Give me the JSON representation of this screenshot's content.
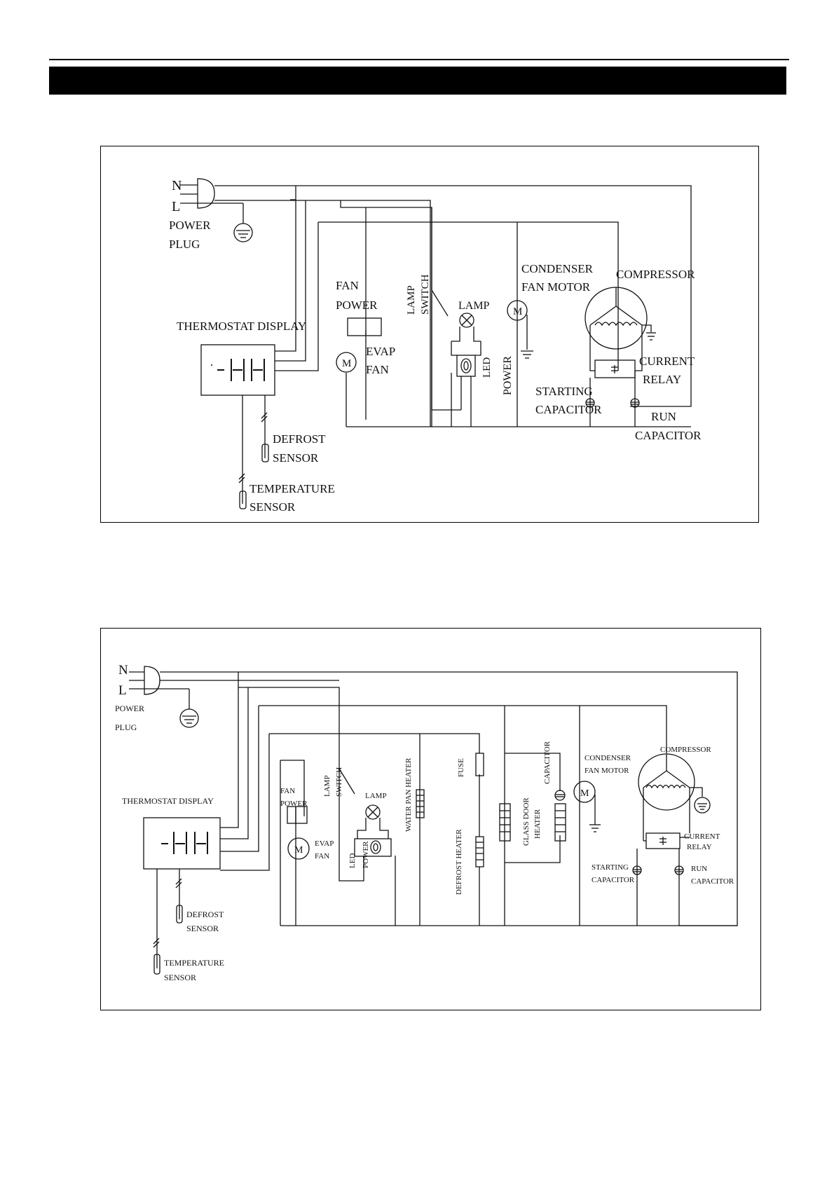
{
  "diagram1": {
    "labels": {
      "n": "N",
      "l": "L",
      "power_plug": [
        "POWER",
        "PLUG"
      ],
      "thermostat_display": "THERMOSTAT DISPLAY",
      "fan_power": [
        "FAN",
        "POWER"
      ],
      "evap_fan": [
        "EVAP",
        "FAN"
      ],
      "lamp_switch": [
        "LAMP",
        "SWITCH"
      ],
      "lamp": "LAMP",
      "led": "LED",
      "power": "POWER",
      "condenser_fan_motor": [
        "CONDENSER",
        "FAN MOTOR"
      ],
      "compressor": "COMPRESSOR",
      "current_relay": [
        "CURRENT",
        "RELAY"
      ],
      "starting_capacitor": [
        "STARTING",
        "CAPACITOR"
      ],
      "run_capacitor": [
        "RUN",
        "CAPACITOR"
      ],
      "defrost_sensor": [
        "DEFROST",
        "SENSOR"
      ],
      "temperature_sensor": [
        "TEMPERATURE",
        "SENSOR"
      ],
      "motor_symbol": "M"
    }
  },
  "diagram2": {
    "labels": {
      "n": "N",
      "l": "L",
      "power_plug": [
        "POWER",
        "PLUG"
      ],
      "thermostat_display": "THERMOSTAT DISPLAY",
      "fan_power": [
        "FAN",
        "POWER"
      ],
      "evap_fan": [
        "EVAP",
        "FAN"
      ],
      "lamp_switch": [
        "LAMP",
        "SWITCH"
      ],
      "lamp": "LAMP",
      "led": "LED",
      "power": "POWER",
      "water_pan_heater": "WATER PAN HEATER",
      "fuse": "FUSE",
      "defrost_heater": "DEFROST HEATER",
      "capacitor": "CAPACITOR",
      "glass_door_heater": [
        "GLASS DOOR",
        "HEATER"
      ],
      "condenser_fan_motor": [
        "CONDENSER",
        "FAN MOTOR"
      ],
      "compressor": "COMPRESSOR",
      "current_relay": [
        "CURRENT",
        "RELAY"
      ],
      "starting_capacitor": [
        "STARTING",
        "CAPACITOR"
      ],
      "run_capacitor": [
        "RUN",
        "CAPACITOR"
      ],
      "defrost_sensor": [
        "DEFROST",
        "SENSOR"
      ],
      "temperature_sensor": [
        "TEMPERATURE",
        "SENSOR"
      ],
      "motor_symbol": "M"
    }
  }
}
